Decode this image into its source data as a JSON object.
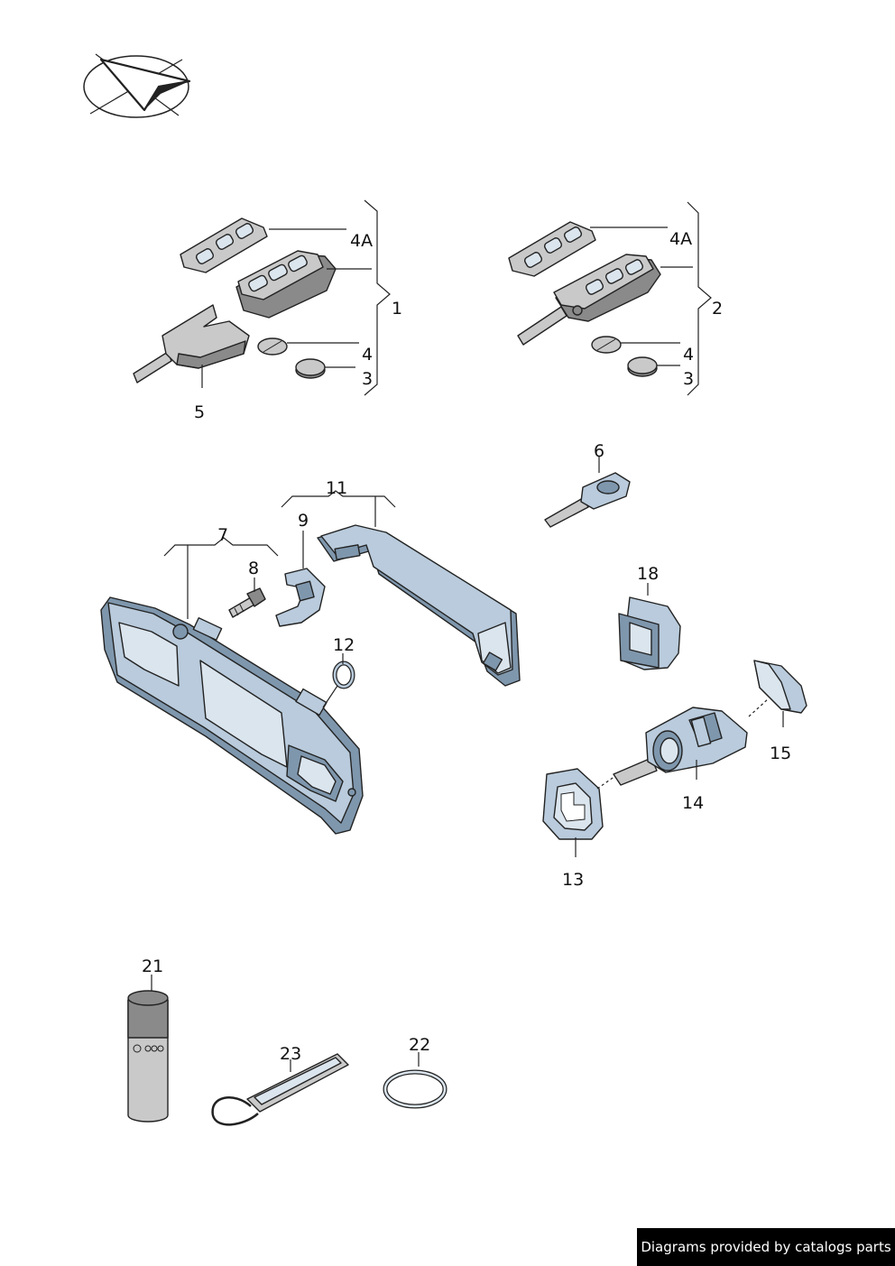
{
  "footer": {
    "credit": "Diagrams provided by catalogs parts"
  },
  "callouts": {
    "c4a_left": "4A",
    "c1": "1",
    "c4_left": "4",
    "c3_left": "3",
    "c5": "5",
    "c4a_right": "4A",
    "c2": "2",
    "c4_right": "4",
    "c3_right": "3",
    "c6": "6",
    "c11": "11",
    "c9": "9",
    "c7": "7",
    "c8": "8",
    "c12": "12",
    "c18": "18",
    "c15": "15",
    "c14": "14",
    "c13": "13",
    "c21": "21",
    "c23": "23",
    "c22": "22"
  }
}
